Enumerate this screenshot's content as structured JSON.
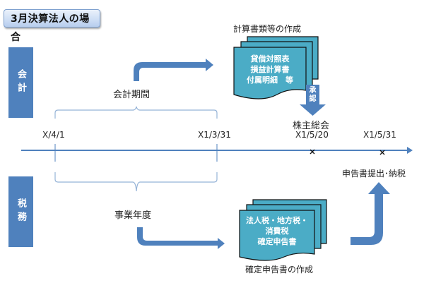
{
  "title": "3月決算法人の場合",
  "sections": {
    "accounting": "会計",
    "tax": "税務"
  },
  "colors": {
    "accent_blue": "#4f81bd",
    "document_fill": "#4bacc6",
    "timeline": "#4f81bd",
    "bracket": "#95b3d7"
  },
  "accounting": {
    "period_label": "会計期間",
    "docs_caption": "計算書類等の作成",
    "docs_lines": [
      "貸借対照表",
      "損益計算書",
      "付属明細　等"
    ],
    "approval_label": "承認",
    "meeting_label": "株主総会"
  },
  "tax": {
    "year_label": "事業年度",
    "docs_caption": "確定申告書の作成",
    "docs_lines": [
      "法人税・地方税・",
      "消費税",
      "確定申告書"
    ],
    "filing_label": "申告書提出･納税"
  },
  "timeline": {
    "dates": {
      "start": "X/4/1",
      "fiscal_end": "X1/3/31",
      "meeting": "X1/5/20",
      "filing": "X1/5/31"
    }
  }
}
